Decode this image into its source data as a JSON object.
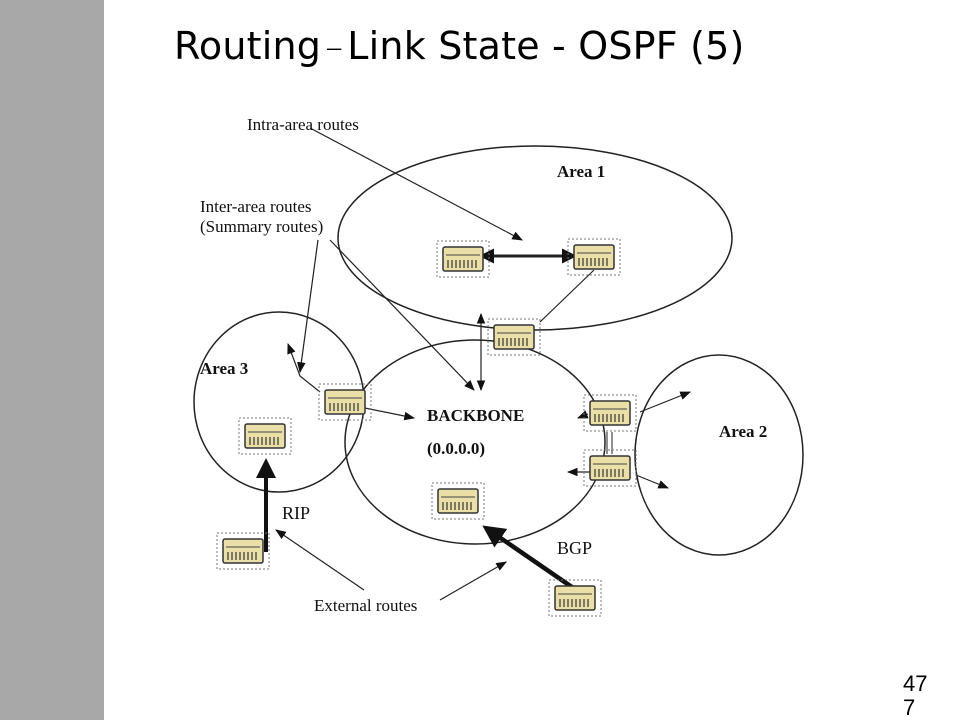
{
  "slide": {
    "title_main": "Routing",
    "title_dash": "–",
    "title_rest": "Link State - OSPF (5)",
    "page_number": "477"
  },
  "diagram": {
    "labels": {
      "intra_area": "Intra-area routes",
      "inter_area_line1": "Inter-area routes",
      "inter_area_line2": "(Summary routes)",
      "area1": "Area 1",
      "area2": "Area 2",
      "area3": "Area 3",
      "backbone": "BACKBONE",
      "backbone_id": "(0.0.0.0)",
      "rip": "RIP",
      "bgp": "BGP",
      "external": "External routes"
    },
    "colors": {
      "router_fill": "#eadfa6",
      "router_stroke": "#333333",
      "sidebar": "#a8a8a8"
    },
    "icons": [
      "router-icon"
    ]
  }
}
